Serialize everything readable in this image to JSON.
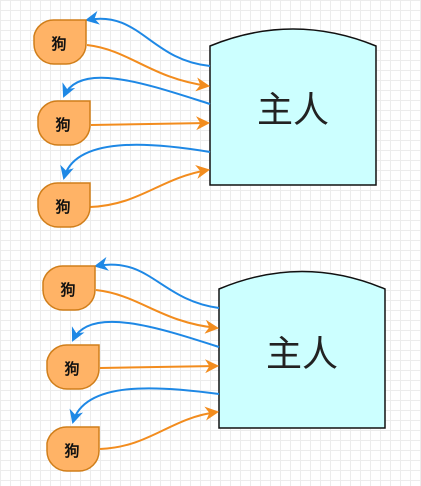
{
  "diagrams": [
    {
      "owner_label": "主人",
      "dog_labels": [
        "狗",
        "狗",
        "狗"
      ]
    },
    {
      "owner_label": "主人",
      "dog_labels": [
        "狗",
        "狗",
        "狗"
      ]
    }
  ],
  "colors": {
    "dog_fill": "#ffb366",
    "dog_stroke": "#d07e1a",
    "owner_fill": "#ccffff",
    "owner_stroke": "#111111",
    "arrow_to_owner": "#f28c1e",
    "arrow_to_dog": "#1e88e5"
  },
  "icons": {
    "dog_shape": "dog-node-icon",
    "owner_shape": "owner-node-icon"
  }
}
